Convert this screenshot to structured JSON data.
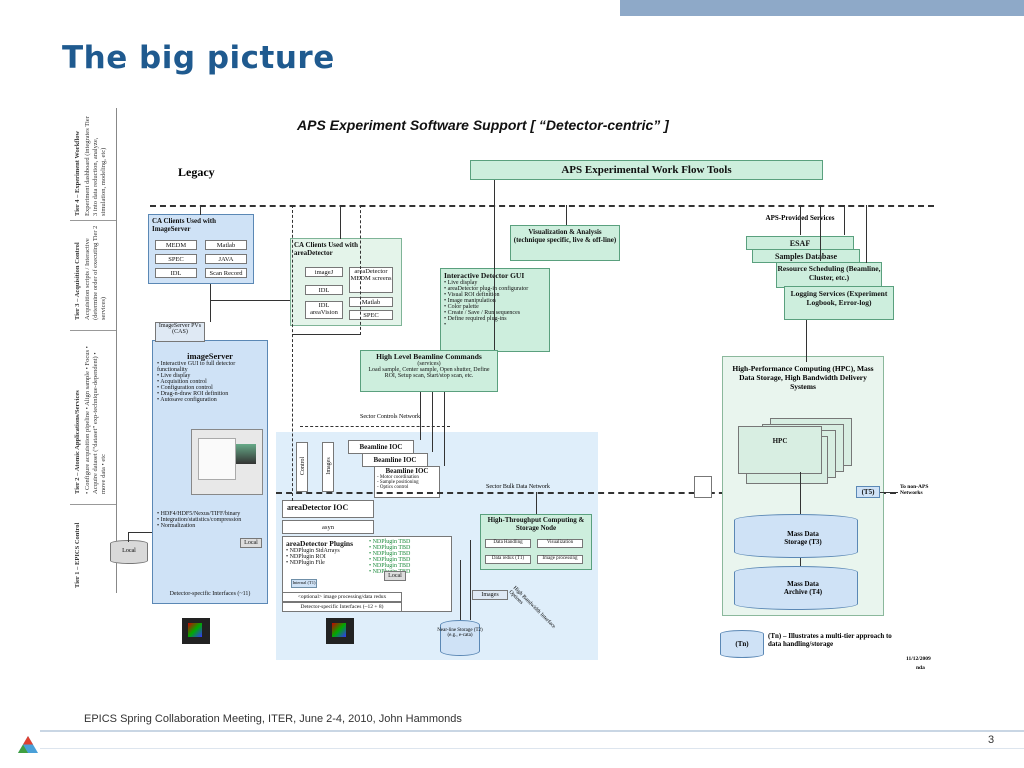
{
  "slide": {
    "title": "The big picture",
    "footer": "EPICS Spring Collaboration Meeting, ITER, June 2-4, 2010, John Hammonds",
    "page_number": "3"
  },
  "diagram": {
    "title": "APS Experiment Software Support [ “Detector-centric” ]",
    "tiers": [
      "Tier 4 – Experiment Workflow",
      "Tier 3 – Acquisition Control",
      "Tier 2 – Atomic Applications/Services",
      "Tier 1 – EPICS Control"
    ],
    "tier_notes": [
      "Experiment dashboard (integrates Tier 3 into data reduction, analyze, simulation, modeling, etc)",
      "Acquisition scripts / Interactive (determine order of executing Tier 2 services)",
      "• Configure acquisition pipeline • Align sample • Focus • Acquire dataset (“dataset” exp-technique-dependent) • move data • etc",
      ""
    ],
    "legacy": "Legacy",
    "workflow_tools": "APS Experimental Work Flow Tools",
    "ca_imageserver": {
      "title": "CA Clients Used with ImageServer",
      "items": [
        "MEDM",
        "Matlab",
        "SPEC",
        "JAVA",
        "IDL",
        "Scan Record"
      ]
    },
    "ca_areadetector": {
      "title": "CA Clients Used with areaDetector",
      "items": [
        "imageJ",
        "areaDetector MEDM screens",
        "IDL",
        "Matlab",
        "IDL areaVision",
        "SPEC"
      ]
    },
    "viz": "Visualization & Analysis (technique specific, live & off-line)",
    "interactive_gui": {
      "title": "Interactive Detector GUI",
      "items": [
        "• Live display",
        "• areaDetector plug-in configurator",
        "• Visual ROI definition",
        "• Image manipulation",
        "• Color palette",
        "• Create / Save / Run sequences",
        "• Define required plug-ins",
        "•"
      ]
    },
    "services": {
      "title": "APS-Provided Services",
      "esaf": "ESAF",
      "samples": "Samples Database",
      "resource": "Resource Scheduling (Beamline, Cluster, etc.)",
      "logging": "Logging Services (Experiment Logbook, Error-log)"
    },
    "hlbc": {
      "title": "High Level Beamline Commands",
      "sub": "(services)",
      "body": "Load sample, Center sample, Open shutter, Define ROI, Setup scan, Start/stop scan, etc."
    },
    "imageserver": {
      "pvs": "ImageServer PVs (CAS)",
      "title": "imageServer",
      "items": [
        "• Interactive GUI to full detector functionality",
        "• Live display",
        "• Acquisition control",
        "• Configuration control",
        "• Drag-n-draw ROI definition",
        "• Autosave configuration"
      ],
      "items2": [
        "• HDF4/HDF5/Nexus/TIFF/binary",
        "• Integration/statistics/compression",
        "• Normalization"
      ],
      "local": "Local",
      "interfaces": "Detector-specific Interfaces (~11)"
    },
    "local_disk": "Local",
    "hpc": {
      "title": "High-Performance Computing (HPC), Mass Data Storage, High Bandwidth Delivery Systems",
      "hpc": "HPC",
      "t5": "(T5)",
      "mass_storage": "Mass Data Storage (T3)",
      "mass_archive": "Mass Data Archive (T4)"
    },
    "sector_controls": "Sector Controls Network",
    "sector_bulk": "Sector Bulk Data Network",
    "non_aps": "To non-APS Networks",
    "control": "Control",
    "images": "Images",
    "beamline_iocs": [
      "Beamline IOC",
      "Beamline IOC",
      "Beamline IOC"
    ],
    "ioc_items": [
      "- Motor coordination",
      "- Sample positioning",
      "- Optics control"
    ],
    "ad_ioc": "areaDetector IOC",
    "async": "asyn",
    "ad_plugins": {
      "title": "areaDetector Plugins",
      "items": [
        "• NDPlugin StdArrays",
        "• NDPlugin ROI",
        "• NDPlugin File"
      ],
      "tbd": [
        "• NDPlugin TBD",
        "• NDPlugin TBD",
        "• NDPlugin TBD",
        "• NDPlugin TBD",
        "• NDPlugin TBD",
        "• NDPlugin TBD"
      ],
      "internal": "Internal (T1)",
      "optional": "<optional> image processing/data redux",
      "interfaces": "Detector-specific Interfaces (~12 + 8)"
    },
    "local2": "Local",
    "images_label": "Images",
    "htc": {
      "title": "High-Throughput Computing & Storage Node",
      "cells": [
        "Data Handling",
        "Visualization",
        "Data redux (T1)",
        "Image processing"
      ]
    },
    "hb_label": "High Bandwidth Interface Options",
    "nearline": "Near-line Storage (T2) (e.g., e-cata)",
    "tn": "(Tn)",
    "tn_note": "(Tn) – Illustrates a multi-tier approach to data handling/storage",
    "date": "11/12/2009",
    "initials": "nda"
  }
}
